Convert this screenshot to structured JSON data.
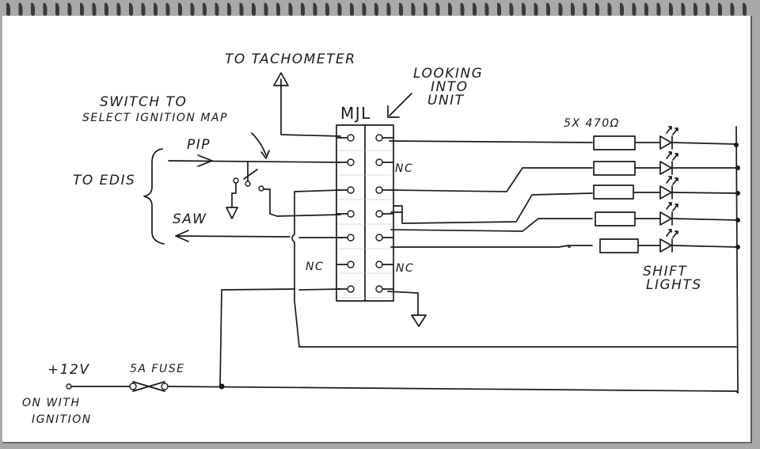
{
  "labels": {
    "tachometer": "TO TACHOMETER",
    "looking_line1": "LOOKING",
    "looking_line2": "INTO",
    "looking_line3": "UNIT",
    "connector": "MJL",
    "switch_line1": "SWITCH TO",
    "switch_line2": "SELECT IGNITION MAP",
    "pip": "PIP",
    "to_edis": "TO EDIS",
    "saw": "SAW",
    "nc_right_top": "NC",
    "nc_left": "NC",
    "nc_right_bottom": "NC",
    "resistors": "5X 470Ω",
    "shift_line1": "SHIFT",
    "shift_line2": "LIGHTS",
    "voltage": "+12V",
    "fuse": "5A FUSE",
    "ignition_line1": "ON WITH",
    "ignition_line2": "IGNITION"
  },
  "colors": {
    "ink": "#1a1a1a",
    "paper": "#ffffff",
    "spiral": "#3a3a3a"
  }
}
